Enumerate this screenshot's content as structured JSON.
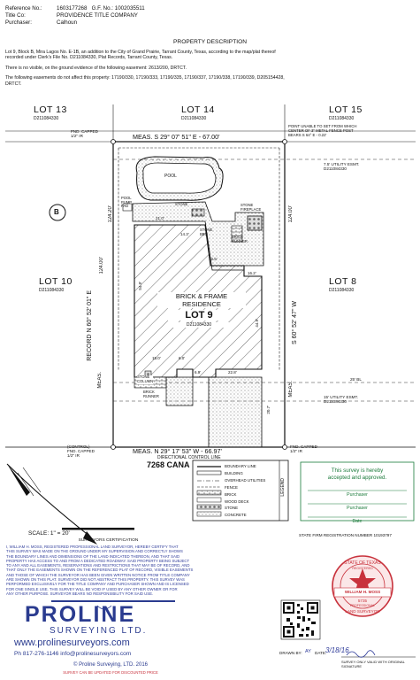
{
  "header": {
    "reference_label": "Reference No.:",
    "reference_value": "1603177268",
    "gf_label": "G.F. No.:",
    "gf_value": "1002035511",
    "title_co_label": "Title Co:",
    "title_co_value": "PROVIDENCE TITLE COMPANY",
    "purchaser_label": "Purchaser:",
    "purchaser_value": "Calhoun"
  },
  "property_description": {
    "heading": "PROPERTY DESCRIPTION",
    "para1_line1": "Lot 9, Block B, Mira Lagos No. E-1B, an addition to the City of Grand Prairie, Tarrant County, Texas, according to the map/plat thereof",
    "para1_line2": "recorded under Clerk's File No. D211084330, Plat Records, Tarrant County, Texas.",
    "para2": "There is no visible, on the ground evidence of the following easement: 2613/200, DRTCT.",
    "para3_line1": "The following easements do not affect this property: 17190/330, 17190/333, 17190/335, 17190/337, 17190/338, 17190/339, D205154428,",
    "para3_line2": "DRTCT."
  },
  "plat": {
    "lot13": "LOT 13",
    "lot13_num": "D211084330",
    "lot14": "LOT 14",
    "lot14_num": "D211084330",
    "lot15": "LOT 15",
    "lot15_num": "D211084330",
    "lot10": "LOT 10",
    "lot10_num": "D211084330",
    "lot8": "LOT 8",
    "lot8_num": "D211084330",
    "lot9": "LOT 9",
    "lot9_num": "D211084330",
    "block": "B",
    "fnd_capped_tl": "FND. CAPPED",
    "fnd_capped_tl2": "1/2\" IR",
    "meas_top": "MEAS.  S 29° 07' 51\" E  -  67.00'",
    "point_note1": "POINT UNABLE TO SET FROM WHICH",
    "point_note2": "CENTER OF 3\" METAL FENCE POST",
    "point_note3": "BEARS S 64° E - 0.22'",
    "utility_top": "7.5' UTILITY ESMT.",
    "utility_top_num": "D211084330",
    "pool": "POOL",
    "pool_pump": "POOL",
    "pool_pump2": "PUMP",
    "pool_pump3": "PAD",
    "stone": "STONE",
    "stone_fireplace1": "STONE",
    "stone_fireplace2": "FIREPLACE",
    "stone_bbq1": "STONE",
    "stone_bbq2": "BBQ",
    "brick_runner1": "BRICK",
    "brick_runner2": "RUNNER",
    "dim_21": "21.0'",
    "dim_12_5": "12.5'",
    "dim_16_2": "16.2'",
    "dim_14_3": "14.3'",
    "residence1": "BRICK & FRAME",
    "residence2": "RESIDENCE",
    "dim_54_9": "54.9'",
    "dim_44_9": "44.9'",
    "dim_15_0": "15.0'",
    "dim_6_0": "6.0'",
    "dim_6_9": "6.9'",
    "dim_22_8": "22.8'",
    "stone_column1": "STONE",
    "stone_column2": "COLUMN",
    "brick_runner_b1": "BRICK",
    "brick_runner_b2": "RUNNER",
    "left_dim_124_20": "124.20'",
    "left_dim_124_00": "124.00'",
    "right_dim_124_00": "124.00'",
    "record_bearing": "RECORD    N 60°  52'  01\"  E",
    "meas_left": "MEAS.",
    "meas_right_bearing": "S 60°  52'  47\"  W",
    "meas_right": "MEAS.",
    "be_25": "25' BL",
    "utility_right": "15' UTILITY ESMT.",
    "utility_right_num": "D211084330",
    "dim_20_7": "20.7'",
    "control_bl": "(CONTROL)",
    "control_bl2": "FND. CAPPED",
    "control_bl3": "1/2\" IR",
    "meas_bottom": "MEAS.  N 29° 17' 53\" W  -  66.97'",
    "directional": "DIRECTIONAL  CONTROL  LINE",
    "fnd_capped_br": "FND. CAPPED",
    "fnd_capped_br2": "1/2\" IR",
    "street": "7268  CANA"
  },
  "legend": {
    "title": "LEGEND",
    "items": [
      "BOUNDARY LINE",
      "BUILDING",
      "OVERHEAD UTILITIES",
      "FENCE",
      "BRICK",
      "WOOD DECK",
      "STONE",
      "CONCRETE"
    ]
  },
  "acceptance": {
    "line1": "This survey is hereby",
    "line2": "accepted and approved.",
    "purchaser1": "Purchaser",
    "purchaser2": "Purchaser",
    "date": "Date"
  },
  "scale": "SCALE: 1\" = 20'",
  "registration": "STATE FIRM REGISTRATION NUMBER 10193797",
  "surveyors_cert": {
    "heading": "SURVEYORS CERTIFICATION",
    "lines": [
      "I, WILLIAM H. MOSS, REGISTERED PROFESSIONAL LAND SURVEYOR, HEREBY CERTIFY THAT",
      "THIS SURVEY WAS MADE ON THE GROUND UNDER MY SUPERVISION AND CORRECTLY SHOWS",
      "THE BOUNDARY LINES AND DIMENSIONS OF THE LAND INDICATED THEREON, AND THAT SAID",
      "PROPERTY HAS ACCESS TO AND FROM A DEDICATED ROADWAY. SAID PROPERTY BEING SUBJECT",
      "TO ANY AND ALL EASEMENTS, RESERVATIONS AND RESTRICTIONS THAT MAY BE OF RECORD, AND",
      "THAT ONLY THE EASEMENTS SHOWN ON THE REFERENCED PLAT OF RECORD, VISIBLE EASEMENTS",
      "AND THOSE OF WHICH THE SURVEYOR HAS BEEN GIVEN WRITTEN NOTICE FROM TITLE COMPANY",
      "ARE SHOWN ON THIS PLAT. SURVEYOR DID NOT ABSTRACT THIS PROPERTY. THIS SURVEY WAS",
      "PERFORMED EXCLUSIVELY FOR THE TITLE COMPANY AND PURCHASER SHOWN AND IS LICENSED",
      "FOR ONE SINGLE USE. THIS SURVEY WILL BE VOID IF USED BY ANY OTHER OWNER OR FOR",
      "ANY OTHER PURPOSE. SURVEYOR BEARS NO RESPONSIBILITY FOR SAID USE."
    ]
  },
  "company": {
    "name": "PROLINE",
    "sub": "SURVEYING LTD.",
    "website": "www.prolinesurveyors.com",
    "phone": "Ph 817-276-1146  info@prolinesurveyors.com",
    "copyright": "© Proline Surveying, LTD. 2016",
    "copyright2": "SURVEY CAN BE UPDATED FOR DISCOUNTED PRICE"
  },
  "seal": {
    "top": "STATE OF TEXAS",
    "registered": "REGISTERED",
    "name": "WILLIAM H. MOSS",
    "num": "5735",
    "prof": "PROFESSIONAL",
    "bottom": "LAND SURVEYOR"
  },
  "signature": {
    "drawn_by_label": "DRAWN BY:",
    "drawn_by": "AY",
    "date_label": "DATE:",
    "date": "3/18/16",
    "valid_note": "SURVEY ONLY VALID WITH ORIGINAL SIGNATURE"
  },
  "colors": {
    "seal_red": "#c8323c",
    "logo_blue": "#2a3b8f",
    "accept_green": "#1a7a3a",
    "text_blue": "#2f3c9a"
  }
}
